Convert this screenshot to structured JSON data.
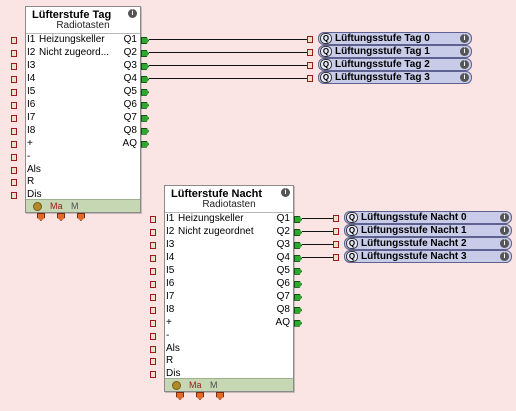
{
  "blocks": [
    {
      "title": "Lüfterstufe Tag",
      "subtitle": "Radiotasten",
      "inputs": [
        "I1",
        "I2",
        "I3",
        "I4",
        "I5",
        "I6",
        "I7",
        "I8",
        "+",
        "-",
        "Als",
        "R",
        "Dis"
      ],
      "input_names": [
        "Heizungskeller",
        "Nicht zugeord..."
      ],
      "outputs": [
        "Q1",
        "Q2",
        "Q3",
        "Q4",
        "Q5",
        "Q6",
        "Q7",
        "Q8",
        "AQ"
      ],
      "footer": [
        "Ma",
        "M"
      ]
    },
    {
      "title": "Lüfterstufe Nacht",
      "subtitle": "Radiotasten",
      "inputs": [
        "I1",
        "I2",
        "I3",
        "I4",
        "I5",
        "I6",
        "I7",
        "I8",
        "+",
        "-",
        "Als",
        "R",
        "Dis"
      ],
      "input_names": [
        "Heizungskeller",
        "Nicht zugeordnet"
      ],
      "outputs": [
        "Q1",
        "Q2",
        "Q3",
        "Q4",
        "Q5",
        "Q6",
        "Q7",
        "Q8",
        "AQ"
      ],
      "footer": [
        "Ma",
        "M"
      ]
    }
  ],
  "objects": [
    {
      "icon": "Q",
      "label": "Lüftungsstufe Tag 0"
    },
    {
      "icon": "Q",
      "label": "Lüftungsstufe Tag 1"
    },
    {
      "icon": "Q",
      "label": "Lüftungsstufe Tag 2"
    },
    {
      "icon": "Q",
      "label": "Lüftungsstufe Tag 3"
    },
    {
      "icon": "Q",
      "label": "Lüftungsstufe Nacht 0"
    },
    {
      "icon": "Q",
      "label": "Lüftungsstufe Nacht 1"
    },
    {
      "icon": "Q",
      "label": "Lüftungsstufe Nacht 2"
    },
    {
      "icon": "Q",
      "label": "Lüftungsstufe Nacht 3"
    }
  ],
  "info_glyph": "i",
  "colors": {
    "background": "#fbe4e4",
    "output_pin": "#2ea82e",
    "object_fill": "#c8cce8",
    "footer": "#c6d7b4"
  }
}
